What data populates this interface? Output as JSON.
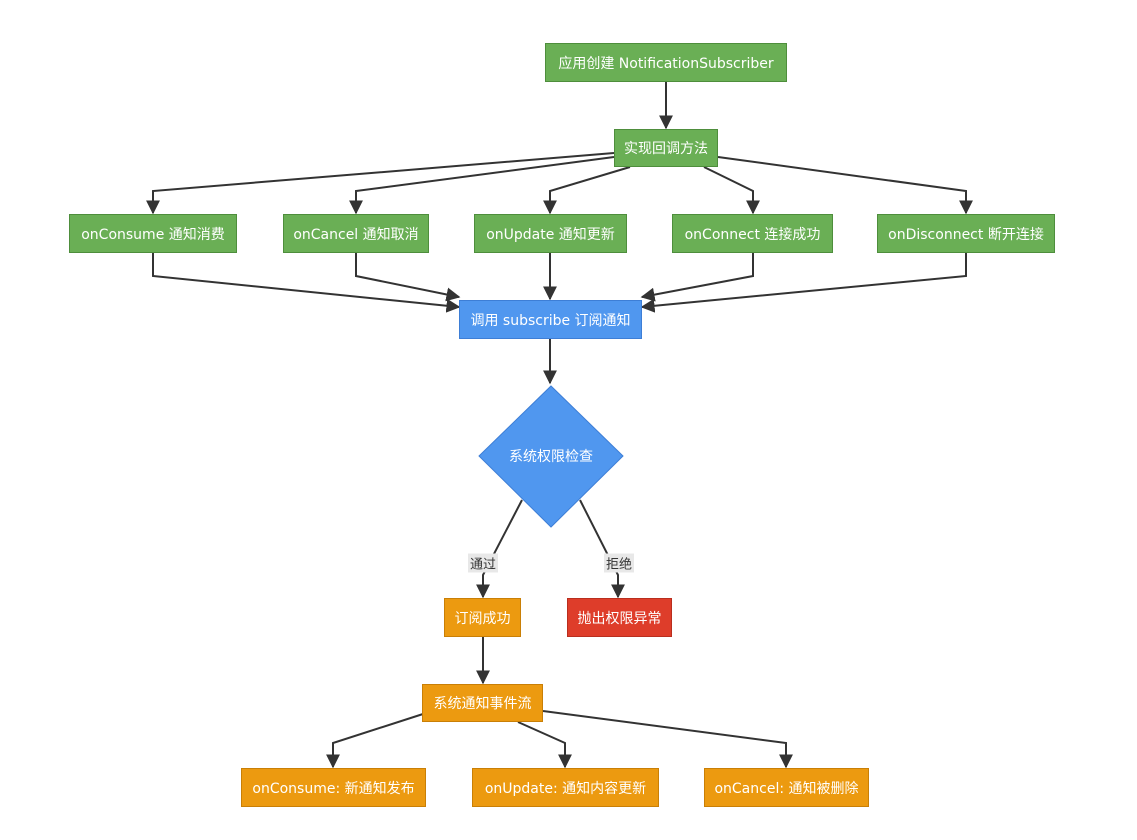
{
  "nodes": {
    "create": {
      "label": "应用创建 NotificationSubscriber",
      "color": "#6aaf55"
    },
    "implement": {
      "label": "实现回调方法",
      "color": "#6aaf55"
    },
    "on_consume_cb": {
      "label": "onConsume 通知消费",
      "color": "#6aaf55"
    },
    "on_cancel_cb": {
      "label": "onCancel 通知取消",
      "color": "#6aaf55"
    },
    "on_update_cb": {
      "label": "onUpdate 通知更新",
      "color": "#6aaf55"
    },
    "on_connect_cb": {
      "label": "onConnect 连接成功",
      "color": "#6aaf55"
    },
    "on_disconnect_cb": {
      "label": "onDisconnect 断开连接",
      "color": "#6aaf55"
    },
    "subscribe": {
      "label": "调用 subscribe 订阅通知",
      "color": "#5097ef"
    },
    "permission_check": {
      "label": "系统权限检查",
      "color": "#5097ef"
    },
    "sub_success": {
      "label": "订阅成功",
      "color": "#ec9a10"
    },
    "throw_error": {
      "label": "抛出权限异常",
      "color": "#de3d2a"
    },
    "event_stream": {
      "label": "系统通知事件流",
      "color": "#ec9a10"
    },
    "evt_consume": {
      "label": "onConsume: 新通知发布",
      "color": "#ec9a10"
    },
    "evt_update": {
      "label": "onUpdate: 通知内容更新",
      "color": "#ec9a10"
    },
    "evt_cancel": {
      "label": "onCancel: 通知被删除",
      "color": "#ec9a10"
    }
  },
  "edges": [
    {
      "from": "create",
      "to": "implement"
    },
    {
      "from": "implement",
      "to": "on_consume_cb"
    },
    {
      "from": "implement",
      "to": "on_cancel_cb"
    },
    {
      "from": "implement",
      "to": "on_update_cb"
    },
    {
      "from": "implement",
      "to": "on_connect_cb"
    },
    {
      "from": "implement",
      "to": "on_disconnect_cb"
    },
    {
      "from": "on_consume_cb",
      "to": "subscribe"
    },
    {
      "from": "on_cancel_cb",
      "to": "subscribe"
    },
    {
      "from": "on_update_cb",
      "to": "subscribe"
    },
    {
      "from": "on_connect_cb",
      "to": "subscribe"
    },
    {
      "from": "on_disconnect_cb",
      "to": "subscribe"
    },
    {
      "from": "subscribe",
      "to": "permission_check"
    },
    {
      "from": "permission_check",
      "to": "sub_success",
      "label": "通过"
    },
    {
      "from": "permission_check",
      "to": "throw_error",
      "label": "拒绝"
    },
    {
      "from": "sub_success",
      "to": "event_stream"
    },
    {
      "from": "event_stream",
      "to": "evt_consume"
    },
    {
      "from": "event_stream",
      "to": "evt_update"
    },
    {
      "from": "event_stream",
      "to": "evt_cancel"
    }
  ],
  "edge_labels": {
    "pass": "通过",
    "reject": "拒绝"
  }
}
